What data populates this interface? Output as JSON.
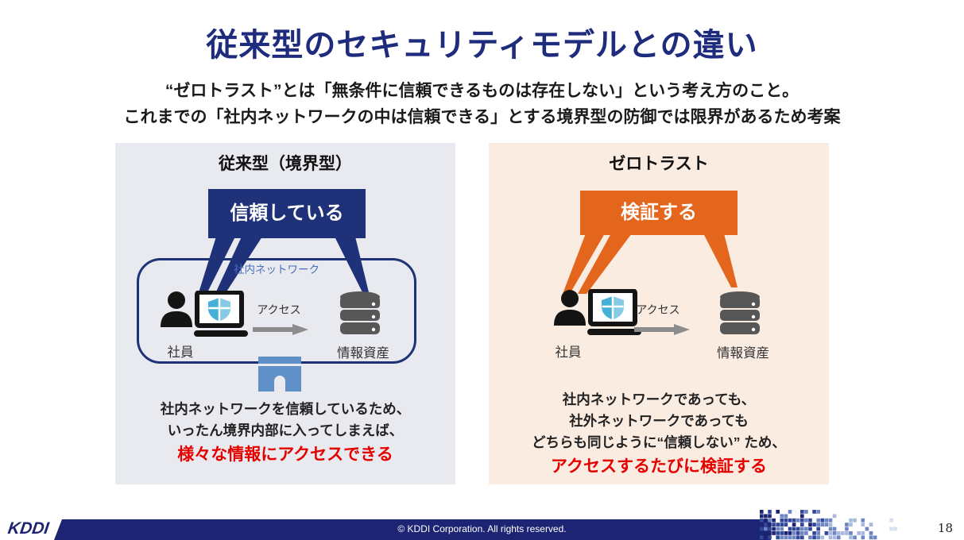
{
  "slide": {
    "title": "従来型のセキュリティモデルとの違い",
    "subtitle_line1": "“ゼロトラスト”とは「無条件に信頼できるものは存在しない」という考え方のこと。",
    "subtitle_line2": "これまでの「社内ネットワークの中は信頼できる」とする境界型の防御では限界があるため考案"
  },
  "left_panel": {
    "header": "従来型（境界型）",
    "callout": "信頼している",
    "network_label": "社内ネットワーク",
    "access_label": "アクセス",
    "employee_label": "社員",
    "asset_label": "情報資産",
    "description_lines": [
      "社内ネットワークを信頼しているため、",
      "いったん境界内部に入ってしまえば、"
    ],
    "description_highlight": "様々な情報にアクセスできる"
  },
  "right_panel": {
    "header": "ゼロトラスト",
    "callout": "検証する",
    "access_label": "アクセス",
    "employee_label": "社員",
    "asset_label": "情報資産",
    "description_lines": [
      "社内ネットワークであっても、",
      "社外ネットワークであっても",
      "どちらも同じように“信頼しない” ため、"
    ],
    "description_highlight": "アクセスするたびに検証する"
  },
  "footer": {
    "logo": "KDDI",
    "copyright": "© KDDI Corporation. All rights reserved.",
    "page_number": "18"
  },
  "colors": {
    "title_navy": "#1f2b7d",
    "callout_navy": "#1e3179",
    "callout_orange": "#e3661c",
    "panel_gray": "#e9eaef",
    "panel_peach": "#fbece2",
    "highlight_red": "#e50000",
    "network_label_blue": "#4a6fbe",
    "shield_blue": "#45b0d8",
    "gate_blue": "#5e8fc7",
    "footer_navy": "#1d2473"
  }
}
